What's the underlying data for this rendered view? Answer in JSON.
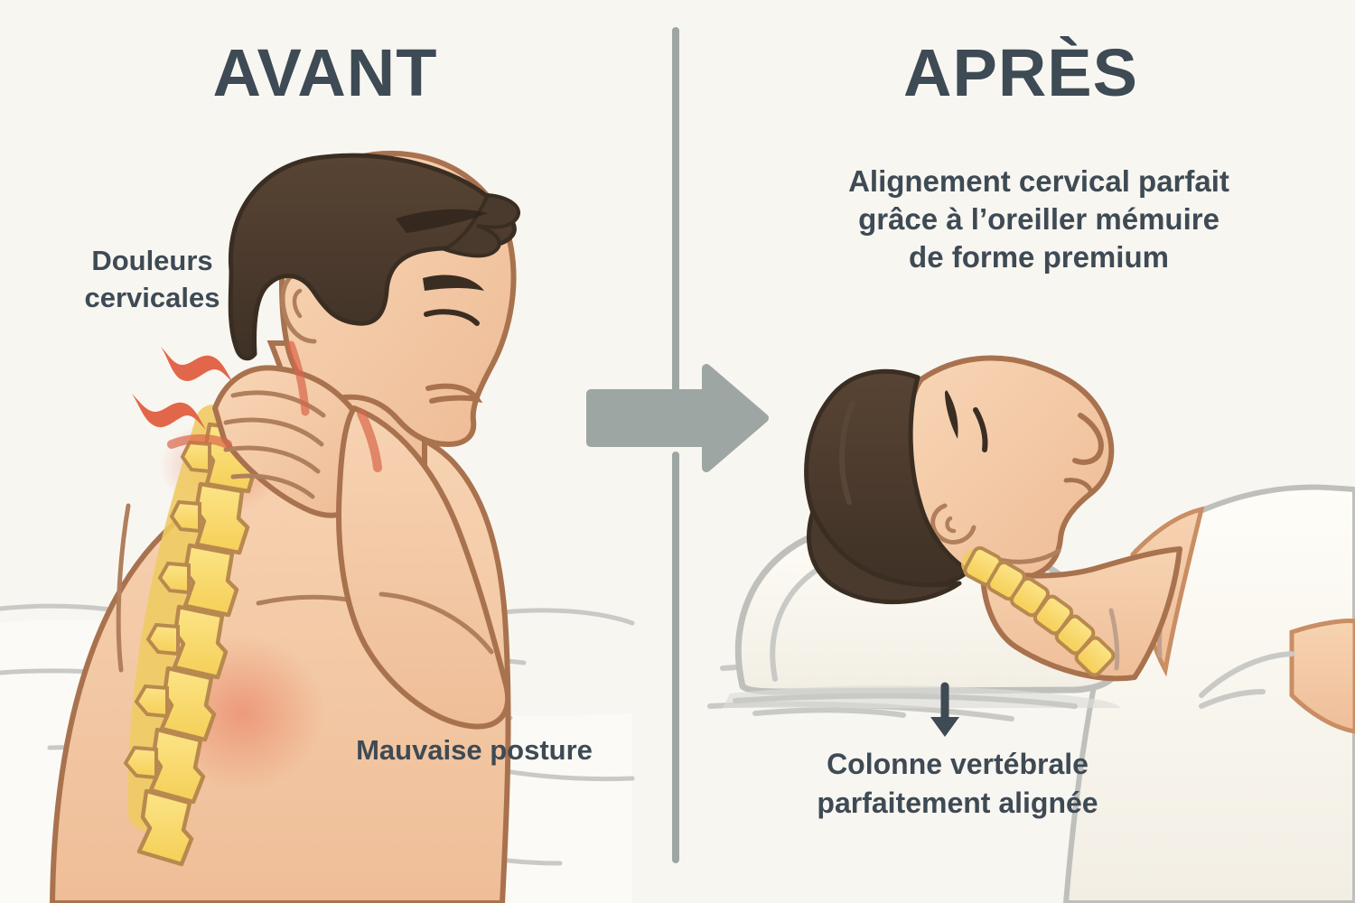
{
  "meta": {
    "background_color": "#F8F6F1",
    "text_color": "#3E4A54",
    "accent_gray": "#9EA6A4",
    "spine_yellow": "#F8D96A",
    "pain_red": "#E2674A",
    "skin": "#F3C6A1",
    "hair": "#4A3A2E",
    "pillow": "#FBF9F4"
  },
  "panels": {
    "before": {
      "title": "AVANT",
      "pain_label": "Douleurs\ncervicales",
      "pain_label_line1": "Douleurs",
      "pain_label_line2": "cervicales",
      "posture_label": "Mauvaise posture"
    },
    "after": {
      "title": "APRÈS",
      "subtitle_line1": "Alignement cervical parfait",
      "subtitle_line2": "grâce à l’oreiller mémuire",
      "subtitle_line3": "de forme premium",
      "spine_label_line1": "Colonne vertébrale",
      "spine_label_line2": "parfaitement alignée"
    }
  },
  "icons": {
    "divider": "vertical-divider",
    "transition_arrow": "right-arrow-icon",
    "down_arrow": "down-arrow-icon",
    "pain_marks": "pain-squiggle-icon"
  }
}
